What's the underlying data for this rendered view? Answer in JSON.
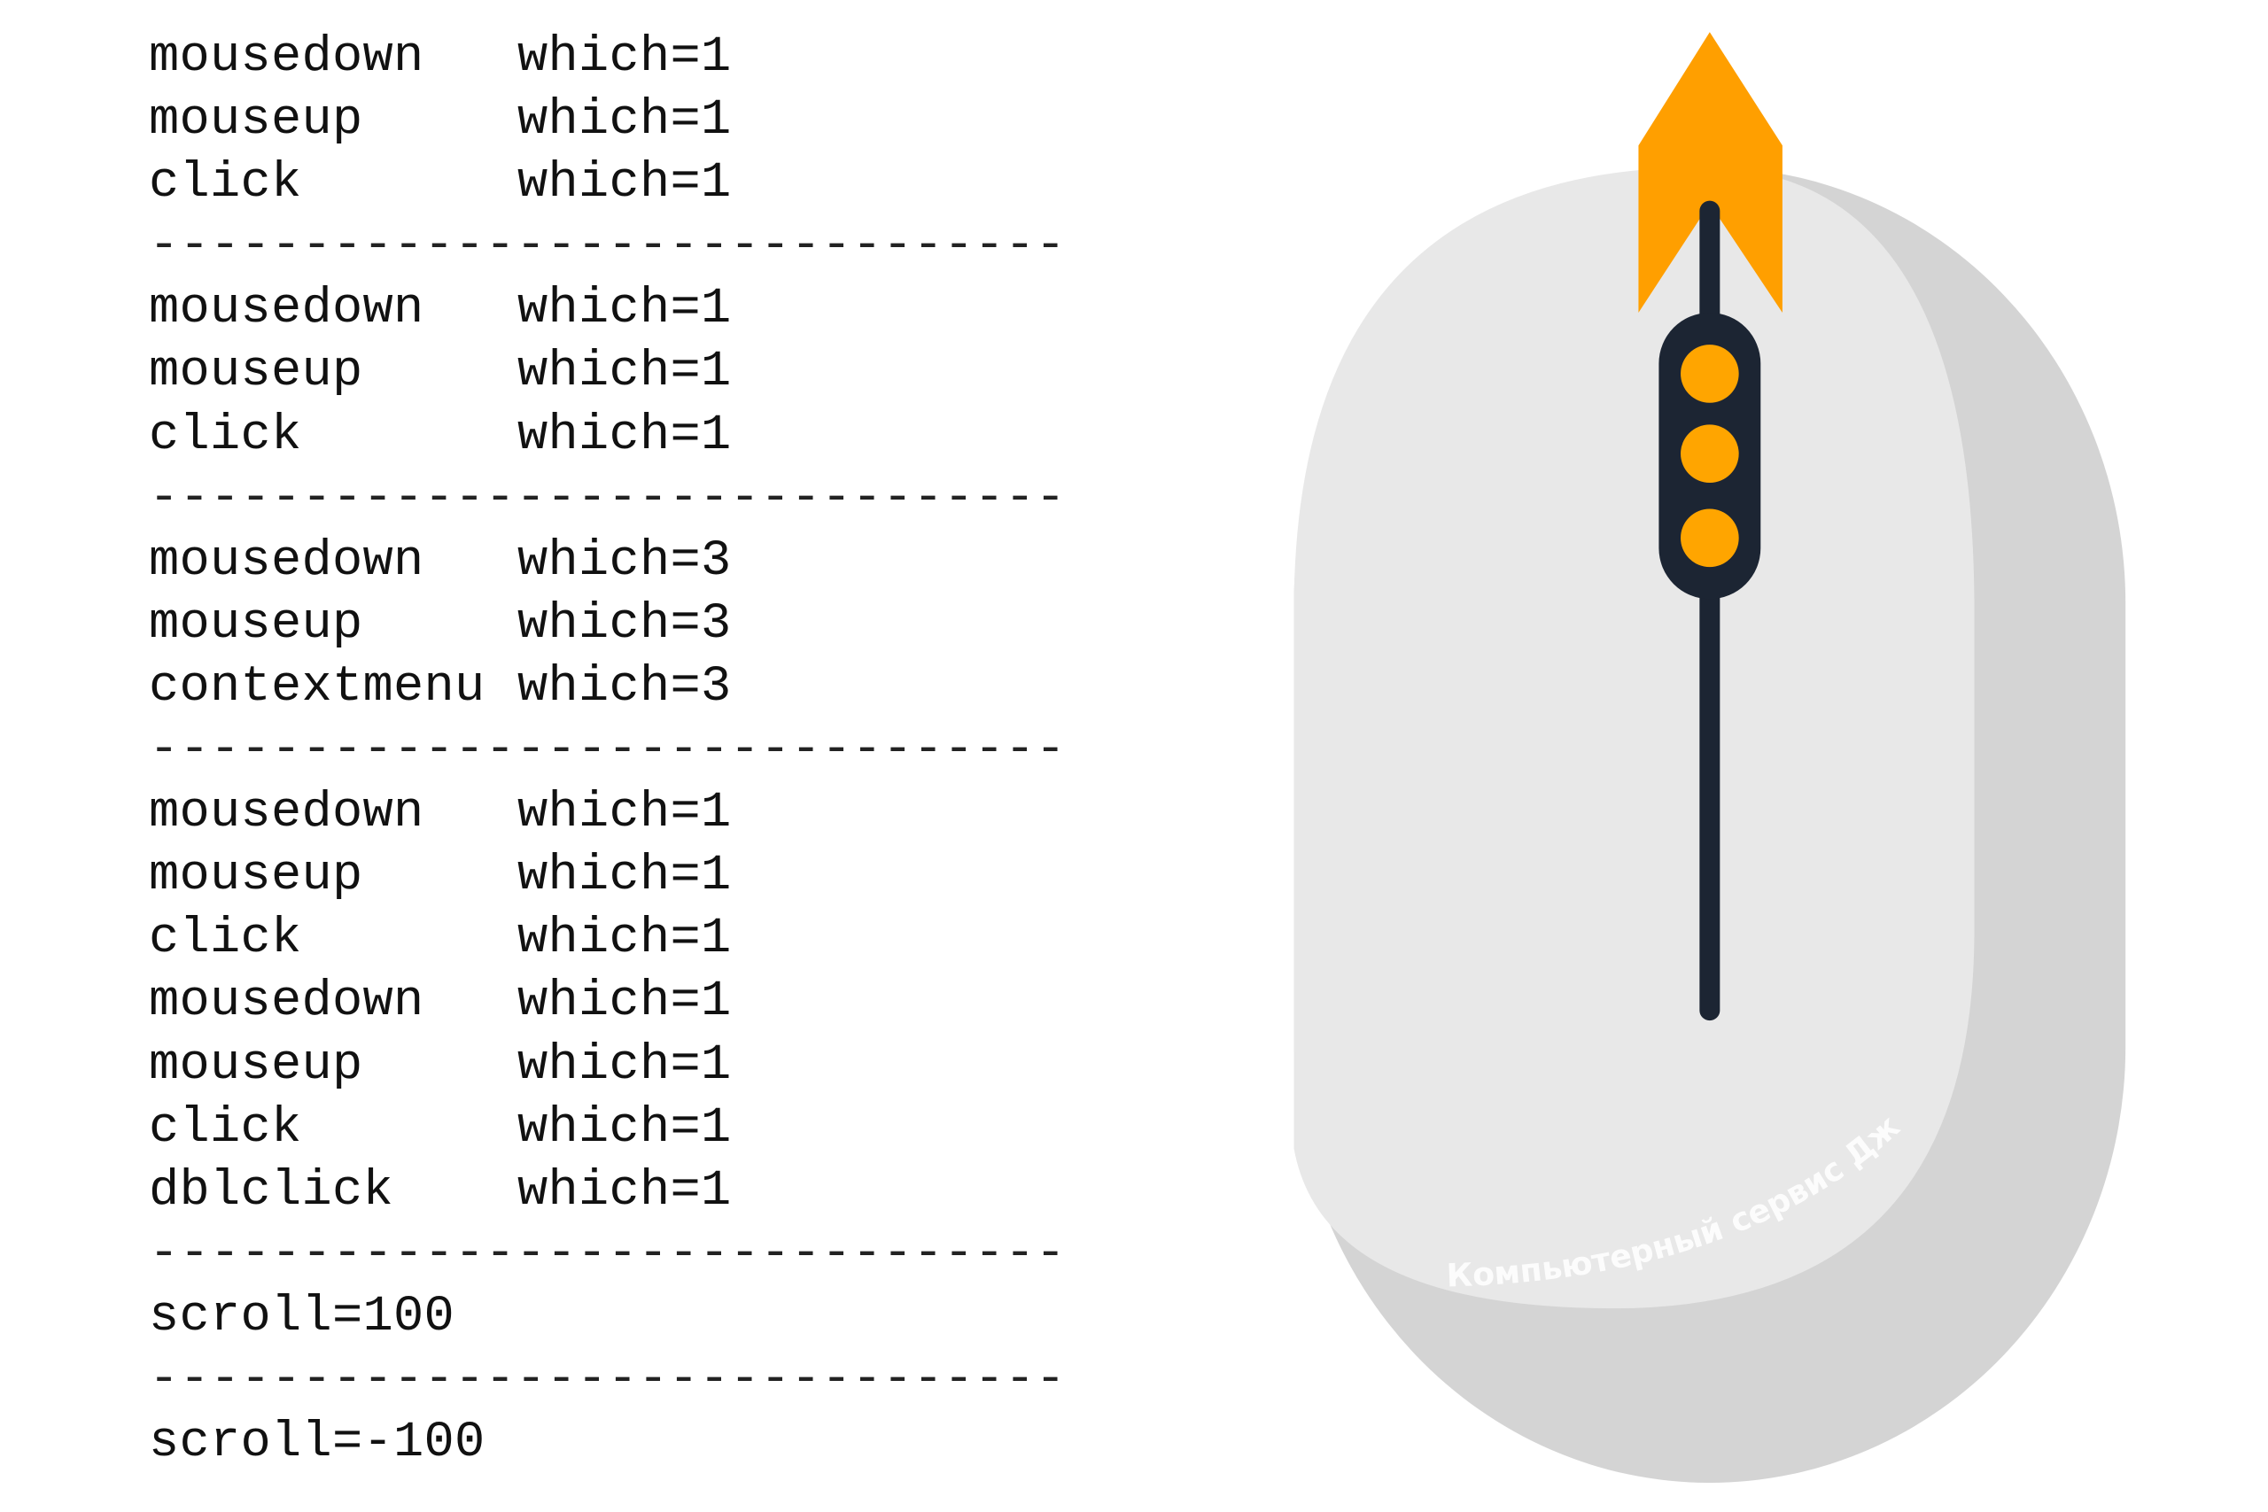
{
  "log": [
    {
      "event": "mousedown",
      "value": "which=1"
    },
    {
      "event": "mouseup",
      "value": "which=1"
    },
    {
      "event": "click",
      "value": "which=1"
    },
    {
      "separator": "------------------------------"
    },
    {
      "event": "mousedown",
      "value": "which=1"
    },
    {
      "event": "mouseup",
      "value": "which=1"
    },
    {
      "event": "click",
      "value": "which=1"
    },
    {
      "separator": "------------------------------"
    },
    {
      "event": "mousedown",
      "value": "which=3"
    },
    {
      "event": "mouseup",
      "value": "which=3"
    },
    {
      "event": "contextmenu",
      "value": "which=3"
    },
    {
      "separator": "------------------------------"
    },
    {
      "event": "mousedown",
      "value": "which=1"
    },
    {
      "event": "mouseup",
      "value": "which=1"
    },
    {
      "event": "click",
      "value": "which=1"
    },
    {
      "event": "mousedown",
      "value": "which=1"
    },
    {
      "event": "mouseup",
      "value": "which=1"
    },
    {
      "event": "click",
      "value": "which=1"
    },
    {
      "event": "dblclick",
      "value": "which=1"
    },
    {
      "separator": "------------------------------"
    },
    {
      "event": "scroll=100",
      "value": ""
    },
    {
      "separator": "------------------------------"
    },
    {
      "event": "scroll=-100",
      "value": ""
    }
  ],
  "illustration": {
    "watermark": "Компьютерный сервис Джинн",
    "colors": {
      "arrow": "#ff9f00",
      "stalk": "#1c2533",
      "dots": "#ffa500",
      "body_light": "#e8e8e8",
      "body_shadow": "#d3d3d3"
    }
  }
}
